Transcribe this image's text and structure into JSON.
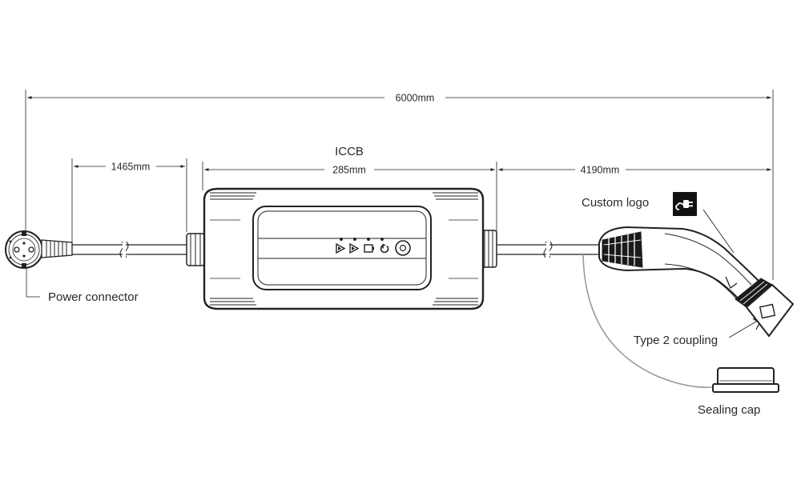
{
  "dimensions": {
    "total_length": "6000mm",
    "plug_cable_length": "1465mm",
    "iccb_length": "285mm",
    "vehicle_cable_length": "4190mm"
  },
  "labels": {
    "iccb": "ICCB",
    "power_connector": "Power connector",
    "custom_logo": "Custom logo",
    "type2_coupling": "Type 2 coupling",
    "sealing_cap": "Sealing cap"
  },
  "icons": {
    "logo_icon": "plug-icon",
    "status_icons": [
      "play-icon",
      "play-icon",
      "battery-icon",
      "power-icon"
    ],
    "button_icon": "power-button-icon"
  },
  "colors": {
    "line": "#222222",
    "text": "#2a2a2a",
    "leader_gray": "#9a9a9a",
    "logo_bg": "#111111"
  }
}
